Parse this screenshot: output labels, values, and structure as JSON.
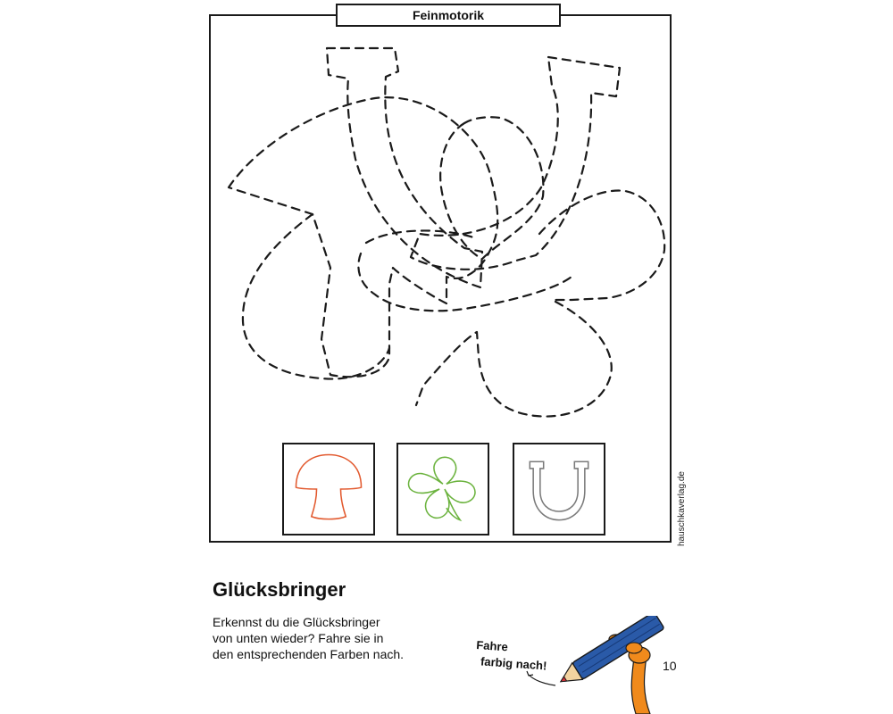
{
  "header": {
    "section_label": "Feinmotorik"
  },
  "templates": [
    {
      "name": "Pilz",
      "icon": "mushroom-icon",
      "color": "#e2592e"
    },
    {
      "name": "Kleeblatt",
      "icon": "clover-icon",
      "color": "#6cb33f"
    },
    {
      "name": "Hufeisen",
      "icon": "horseshoe-icon",
      "color": "#7a7a7a"
    }
  ],
  "publisher": "hauschkaverlag.de",
  "title": "Glücksbringer",
  "instructions": [
    "Erkennst du die Glücksbringer",
    "von unten wieder? Fahre sie in",
    "den entsprechenden Farben nach."
  ],
  "callout": {
    "line1": "Fahre",
    "line2": "farbig nach!"
  },
  "page_number": "10",
  "colors": {
    "pencil_blue": "#2a5aa8",
    "hand_orange": "#f08a1c",
    "tip_red": "#d9333a"
  }
}
